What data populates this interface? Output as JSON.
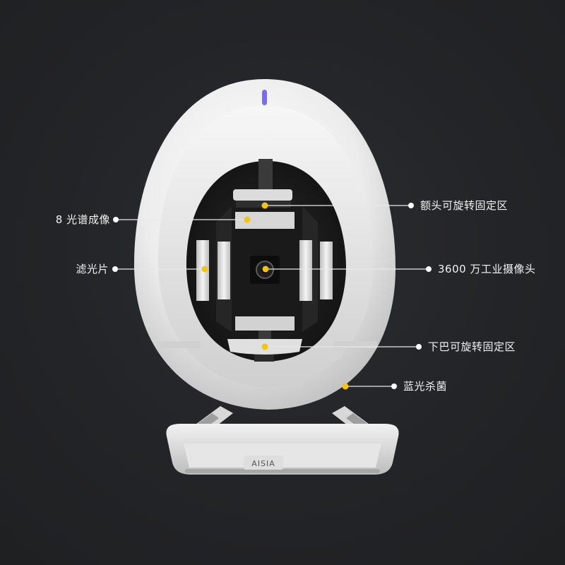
{
  "callouts": {
    "spectral_imaging": "8 光谱成像",
    "filter": "滤光片",
    "forehead_rest": "额头可旋转固定区",
    "camera": "3600 万工业摄像头",
    "chin_rest": "下巴可旋转固定区",
    "uv_sterilization": "蓝光杀菌"
  },
  "brand_logo": "AISIA",
  "colors": {
    "background": "#222325",
    "shell": "#eeeeee",
    "interior": "#1c1c1d",
    "marker": "#f2c318",
    "leader_line": "#e8e8e8",
    "indicator": "#7a6cf0"
  }
}
